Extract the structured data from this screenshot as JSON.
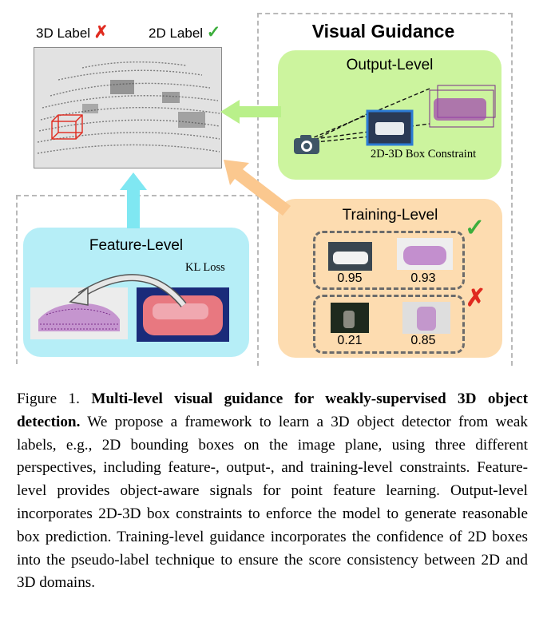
{
  "header": {
    "label_3d": "3D Label",
    "label_2d": "2D Label",
    "cross_mark": "✗",
    "check_mark": "✓",
    "title": "Visual Guidance"
  },
  "output_level": {
    "title": "Output-Level",
    "constraint_label": "2D-3D Box Constraint"
  },
  "training_level": {
    "title": "Training-Level",
    "good_scores": [
      "0.95",
      "0.93"
    ],
    "bad_scores": [
      "0.21",
      "0.85"
    ]
  },
  "feature_level": {
    "title": "Feature-Level",
    "loss_label": "KL Loss"
  },
  "caption": {
    "prefix": "Figure 1.",
    "bold": "Multi-level visual guidance for weakly-supervised 3D object detection.",
    "body": "We propose a framework to learn a 3D object detector from weak labels, e.g., 2D bounding boxes on the image plane, using three different perspectives, including feature-, output-, and training-level constraints. Feature-level provides object-aware signals for point feature learning. Output-level incorporates 2D-3D box constraints to enforce the model to generate reasonable box prediction. Training-level guidance incorporates the confidence of 2D boxes into the pseudo-label technique to ensure the score consistency between 2D and 3D domains."
  },
  "colors": {
    "output_panel": "#ccf49e",
    "training_panel": "#fddcb0",
    "feature_panel": "#b6eef7",
    "green_arrow": "#b9f08a",
    "orange_arrow": "#fbc88f",
    "cyan_arrow": "#7fe7f2",
    "cross_red": "#e02a1f",
    "check_green": "#3cae3c",
    "point_magenta": "#a040b0"
  }
}
